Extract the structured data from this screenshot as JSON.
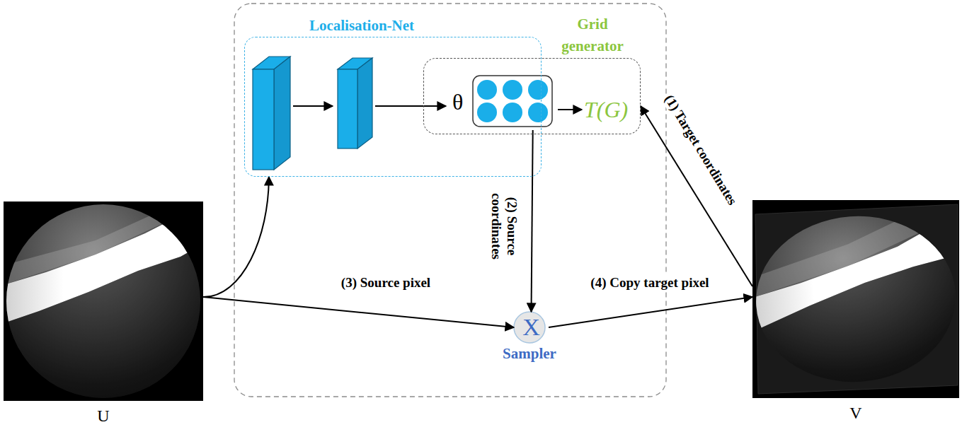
{
  "diagram": {
    "nodes": [
      {
        "text": [
          "Localisation-Net"
        ]
      },
      {
        "text": [
          "Grid generator",
          "T(G)"
        ]
      },
      {
        "text": [
          "θ"
        ],
        "in": 1
      },
      {
        "text": [
          "U"
        ]
      },
      {
        "text": [
          "X",
          "Sampler"
        ]
      },
      {
        "text": [
          "V"
        ]
      }
    ],
    "edges": [
      {
        "from": 3,
        "to": 0,
        "arrow": "to"
      },
      {
        "from": 3,
        "to": 4,
        "label": "(3) Source pixel",
        "arrow": "to"
      },
      {
        "from": 2,
        "to": 4,
        "label": "(2) Source coordinates",
        "arrow": "to"
      },
      {
        "from": 4,
        "to": 5,
        "label": "(4) Copy target pixel",
        "arrow": "to"
      },
      {
        "from": 5,
        "to": 1,
        "label": "(1) Target coordinates",
        "arrow": "to"
      }
    ]
  }
}
